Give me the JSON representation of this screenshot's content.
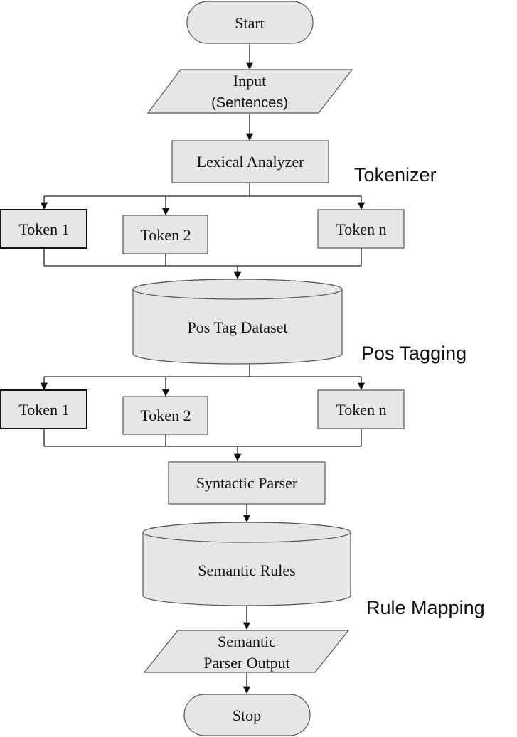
{
  "nodes": {
    "start": "Start",
    "input_line1": "Input",
    "input_line2": "(Sentences)",
    "lexical_analyzer": "Lexical Analyzer",
    "token1_a": "Token 1",
    "token2_a": "Token 2",
    "tokenn_a": "Token n",
    "pos_tag_dataset": "Pos Tag Dataset",
    "token1_b": "Token 1",
    "token2_b": "Token 2",
    "tokenn_b": "Token n",
    "syntactic_parser": "Syntactic Parser",
    "semantic_rules": "Semantic Rules",
    "output_line1": "Semantic",
    "output_line2": "Parser Output",
    "stop": "Stop"
  },
  "stages": {
    "tokenizer": "Tokenizer",
    "pos_tagging": "Pos Tagging",
    "rule_mapping": "Rule Mapping"
  }
}
